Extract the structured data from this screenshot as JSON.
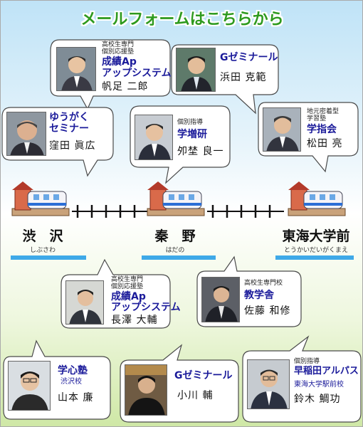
{
  "title": "メールフォームはこちらから",
  "colors": {
    "title": "#2e9a1e",
    "school": "#1a1a9a",
    "bar": "#3fa9e8"
  },
  "stations": [
    {
      "name": "渋　沢",
      "kana": "しぶさわ"
    },
    {
      "name": "秦　野",
      "kana": "はだの"
    },
    {
      "name": "東海大学前",
      "kana": "とうかいだいがくまえ"
    }
  ],
  "cards": [
    {
      "tag": [
        "高校生専門",
        "個別応援塾"
      ],
      "school": [
        "成績Ap",
        "アップシステム"
      ],
      "name": "帆足 二郎",
      "icon": "teacher-photo"
    },
    {
      "tag": [],
      "school": [
        "Gゼミナール"
      ],
      "name": "浜田 克範",
      "icon": "teacher-photo"
    },
    {
      "tag": [],
      "school": [
        "ゆうがく",
        "セミナー"
      ],
      "name": "窪田 眞広",
      "icon": "teacher-photo"
    },
    {
      "tag": [
        "個別指導"
      ],
      "school": [
        "学増研"
      ],
      "name": "夘埜 良一",
      "icon": "teacher-photo"
    },
    {
      "tag": [
        "地元密着型",
        "学習塾"
      ],
      "school": [
        "学指会"
      ],
      "name": "松田 亮",
      "icon": "teacher-photo"
    },
    {
      "tag": [
        "高校生専門",
        "個別応援塾"
      ],
      "school": [
        "成績Ap",
        "アップシステム"
      ],
      "name": "長澤 大輔",
      "icon": "teacher-photo"
    },
    {
      "tag": [
        "高校生専門校"
      ],
      "school": [
        "教学舎"
      ],
      "name": "佐藤 和修",
      "icon": "teacher-photo"
    },
    {
      "tag": [],
      "school": [
        "学心塾"
      ],
      "branch": "渋沢校",
      "name": "山本 廉",
      "icon": "teacher-photo"
    },
    {
      "tag": [],
      "school": [
        "Gゼミナール"
      ],
      "name": "小川 輔",
      "icon": "teacher-photo"
    },
    {
      "tag": [
        "個別指導"
      ],
      "school": [
        "早稲田アルパス"
      ],
      "branch": "東海大学駅前校",
      "name": "鈴木 鯛功",
      "icon": "teacher-photo"
    }
  ]
}
